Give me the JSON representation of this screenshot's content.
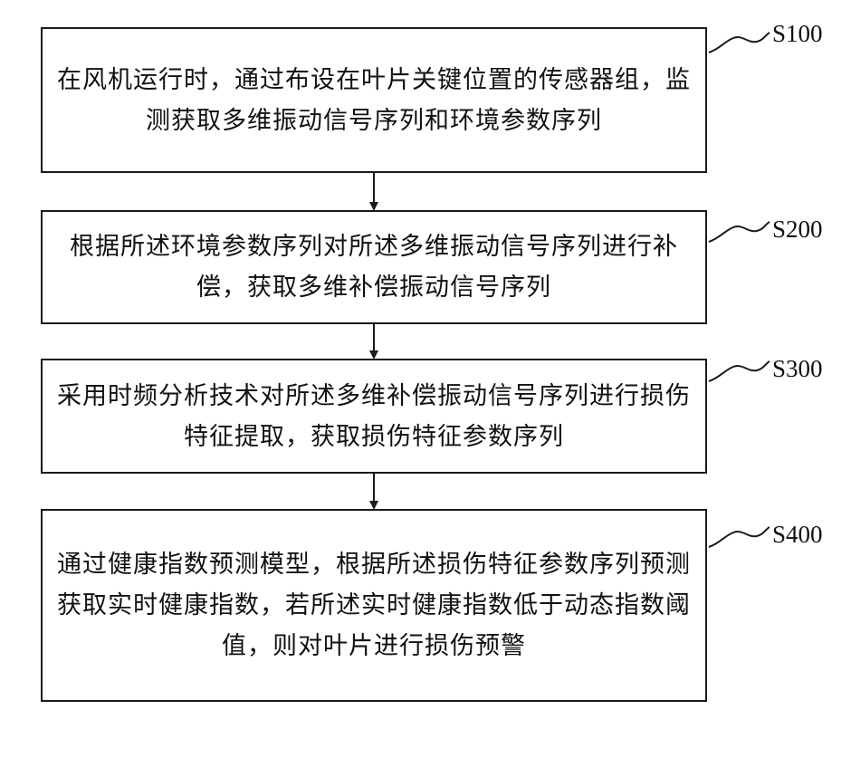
{
  "steps": [
    {
      "id": "S100",
      "text": "在风机运行时，通过布设在叶片关键位置的传感器组，监测获取多维振动信号序列和环境参数序列"
    },
    {
      "id": "S200",
      "text": "根据所述环境参数序列对所述多维振动信号序列进行补偿，获取多维补偿振动信号序列"
    },
    {
      "id": "S300",
      "text": "采用时频分析技术对所述多维补偿振动信号序列进行损伤特征提取，获取损伤特征参数序列"
    },
    {
      "id": "S400",
      "text": "通过健康指数预测模型，根据所述损伤特征参数序列预测获取实时健康指数，若所述实时健康指数低于动态指数阈值，则对叶片进行损伤预警"
    }
  ]
}
